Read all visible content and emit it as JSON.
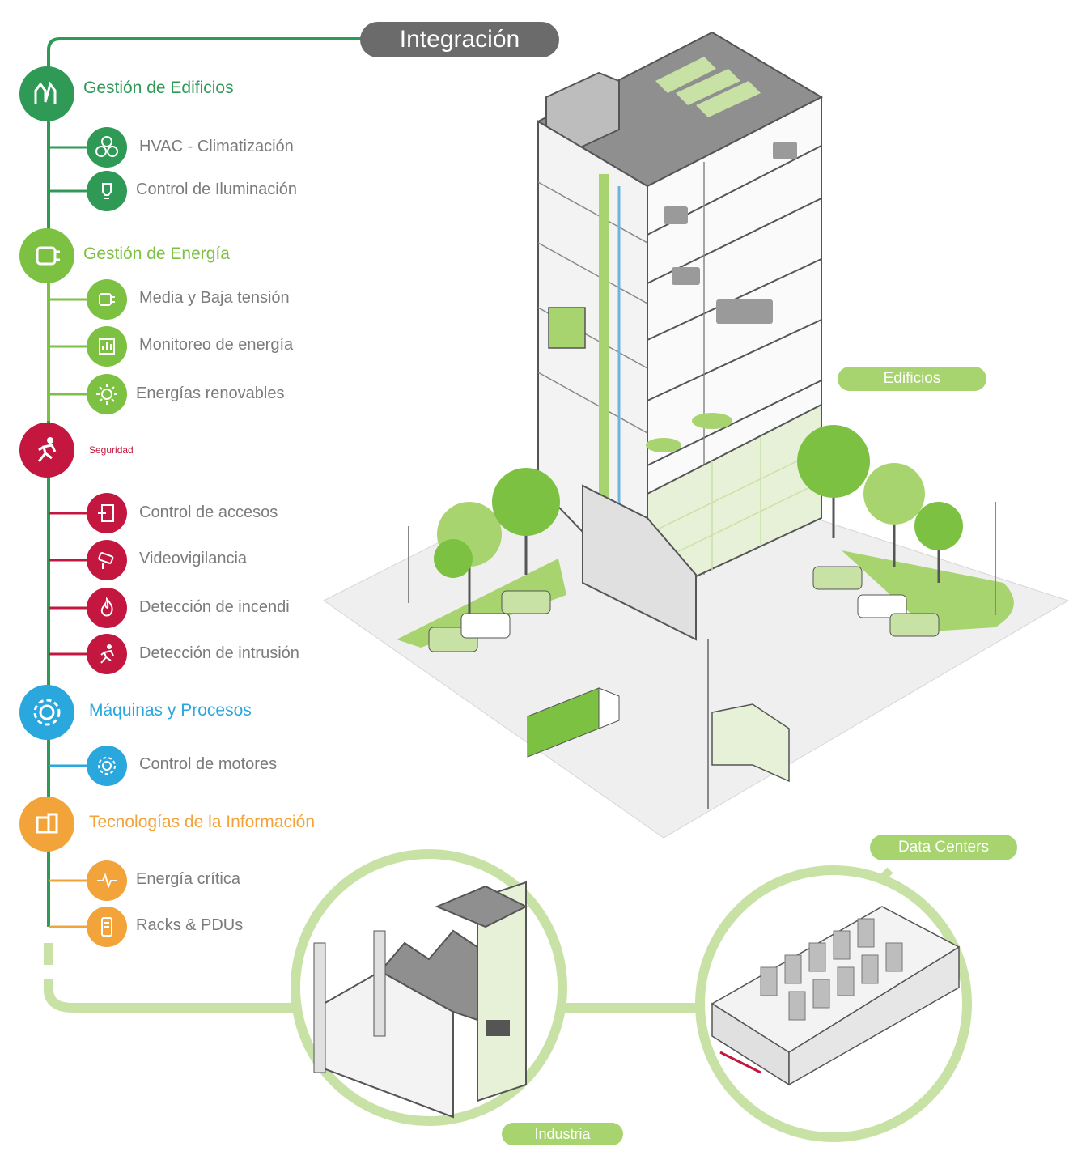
{
  "header": {
    "integration_label": "Integración"
  },
  "colors": {
    "buildings": "#2e9a56",
    "energy": "#7cc142",
    "security": "#c3173f",
    "machines": "#2aa7dc",
    "it": "#f2a33a",
    "pill_green": "#a8d46f",
    "pill_grey": "#6b6b6b"
  },
  "categories": [
    {
      "label": "Gestión de Edificios",
      "icon": "building-management-icon",
      "items": [
        {
          "label": "HVAC - Climatización",
          "icon": "hvac-fan-icon"
        },
        {
          "label": "Control de Iluminación",
          "icon": "lighting-bulb-icon"
        }
      ]
    },
    {
      "label": "Gestión de Energía",
      "icon": "energy-plug-icon",
      "items": [
        {
          "label": "Media y Baja tensión",
          "icon": "voltage-plug-icon"
        },
        {
          "label": "Monitoreo de energía",
          "icon": "energy-meter-icon"
        },
        {
          "label": "Energías renovables",
          "icon": "sun-icon"
        }
      ]
    },
    {
      "label": "Seguridad",
      "icon": "running-person-icon",
      "items": [
        {
          "label": "Control de accesos",
          "icon": "access-door-icon"
        },
        {
          "label": "Videovigilancia",
          "icon": "camera-icon"
        },
        {
          "label": "Detección de incendi",
          "icon": "fire-icon"
        },
        {
          "label": "Detección de intrusión",
          "icon": "intruder-icon"
        }
      ]
    },
    {
      "label": "Máquinas y Procesos",
      "icon": "gear-icon",
      "items": [
        {
          "label": "Control de motores",
          "icon": "motor-gear-icon"
        }
      ]
    },
    {
      "label": "Tecnologías de la Información",
      "icon": "server-icon",
      "items": [
        {
          "label": "Energía crítica",
          "icon": "pulse-icon"
        },
        {
          "label": "Racks & PDUs",
          "icon": "rack-icon"
        }
      ]
    }
  ],
  "scene_labels": {
    "buildings": "Edificios",
    "data_centers": "Data Centers",
    "industry": "Industria"
  }
}
